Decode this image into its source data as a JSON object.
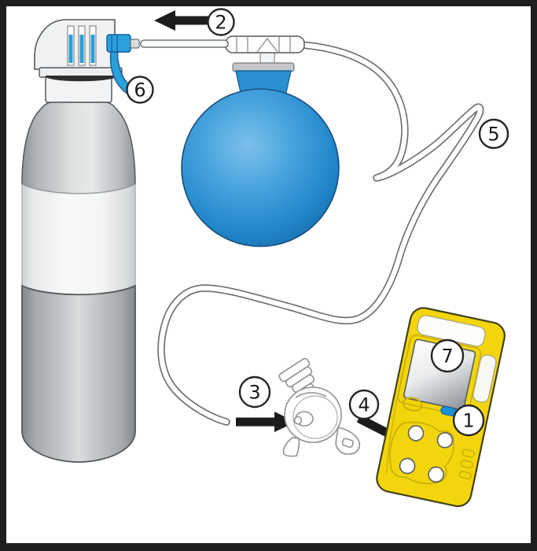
{
  "page": {
    "background": "#ffffff",
    "frame_color": "#1e1e1e"
  },
  "colors": {
    "blue": "#2b9fd9",
    "blue_dark": "#17619c",
    "neck_blue": "#2a8fd0",
    "button_blue": "#1d8fd6",
    "detector_yellow": "#f2d50c",
    "detector_outline": "#454118",
    "contour_yellow": "#cbb106",
    "line_gray": "#55595c",
    "clip_line_gray": "#8e9296",
    "arrow_black": "#1c1c1c",
    "badge_fill": "#ffffff",
    "badge_ink": "#1a1a1a",
    "badge_ring": "#262626"
  },
  "callouts": [
    {
      "number": "1"
    },
    {
      "number": "2"
    },
    {
      "number": "3"
    },
    {
      "number": "4"
    },
    {
      "number": "5"
    },
    {
      "number": "6"
    },
    {
      "number": "7"
    }
  ],
  "components": {
    "spray_can": "spray-can",
    "trigger": "trigger-nozzle",
    "bulb": "blue-bulb",
    "fitting": "tube-fitting",
    "probe": "probe-tube",
    "tubing": "sample-tubing",
    "clip": "calibration-clip",
    "detector": "gas-detector",
    "arrow_left": "arrow-left-icon",
    "arrow_right": "arrow-right-icon",
    "arrow_down_right": "arrow-down-right-icon"
  }
}
